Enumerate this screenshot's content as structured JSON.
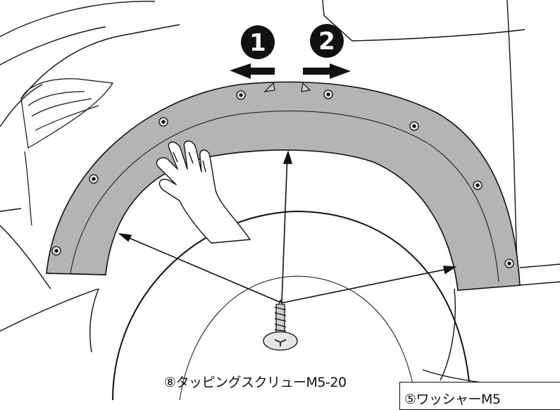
{
  "step_markers": [
    {
      "number": "1",
      "direction": "left"
    },
    {
      "number": "2",
      "direction": "right"
    }
  ],
  "parts": {
    "screw_label": "⑧タッピングスクリューM5-20",
    "washer_label": "⑤ワッシャーM5"
  },
  "colors": {
    "fender_fill": "#b4b4b4",
    "line": "#111111",
    "background": "#ffffff"
  },
  "icons": [
    "hand-illustration",
    "tapping-screw-illustration",
    "wheel-arch-fender-illustration"
  ]
}
